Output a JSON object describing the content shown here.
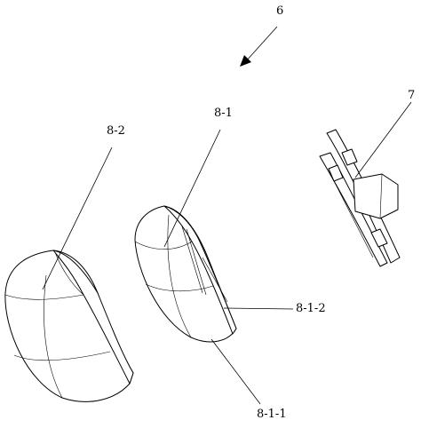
{
  "labels": {
    "assembly": "6",
    "part_7": "7",
    "part_8_2": "8-2",
    "part_8_1": "8-1",
    "part_8_1_2": "8-1-2",
    "part_8_1_1": "8-1-1"
  }
}
